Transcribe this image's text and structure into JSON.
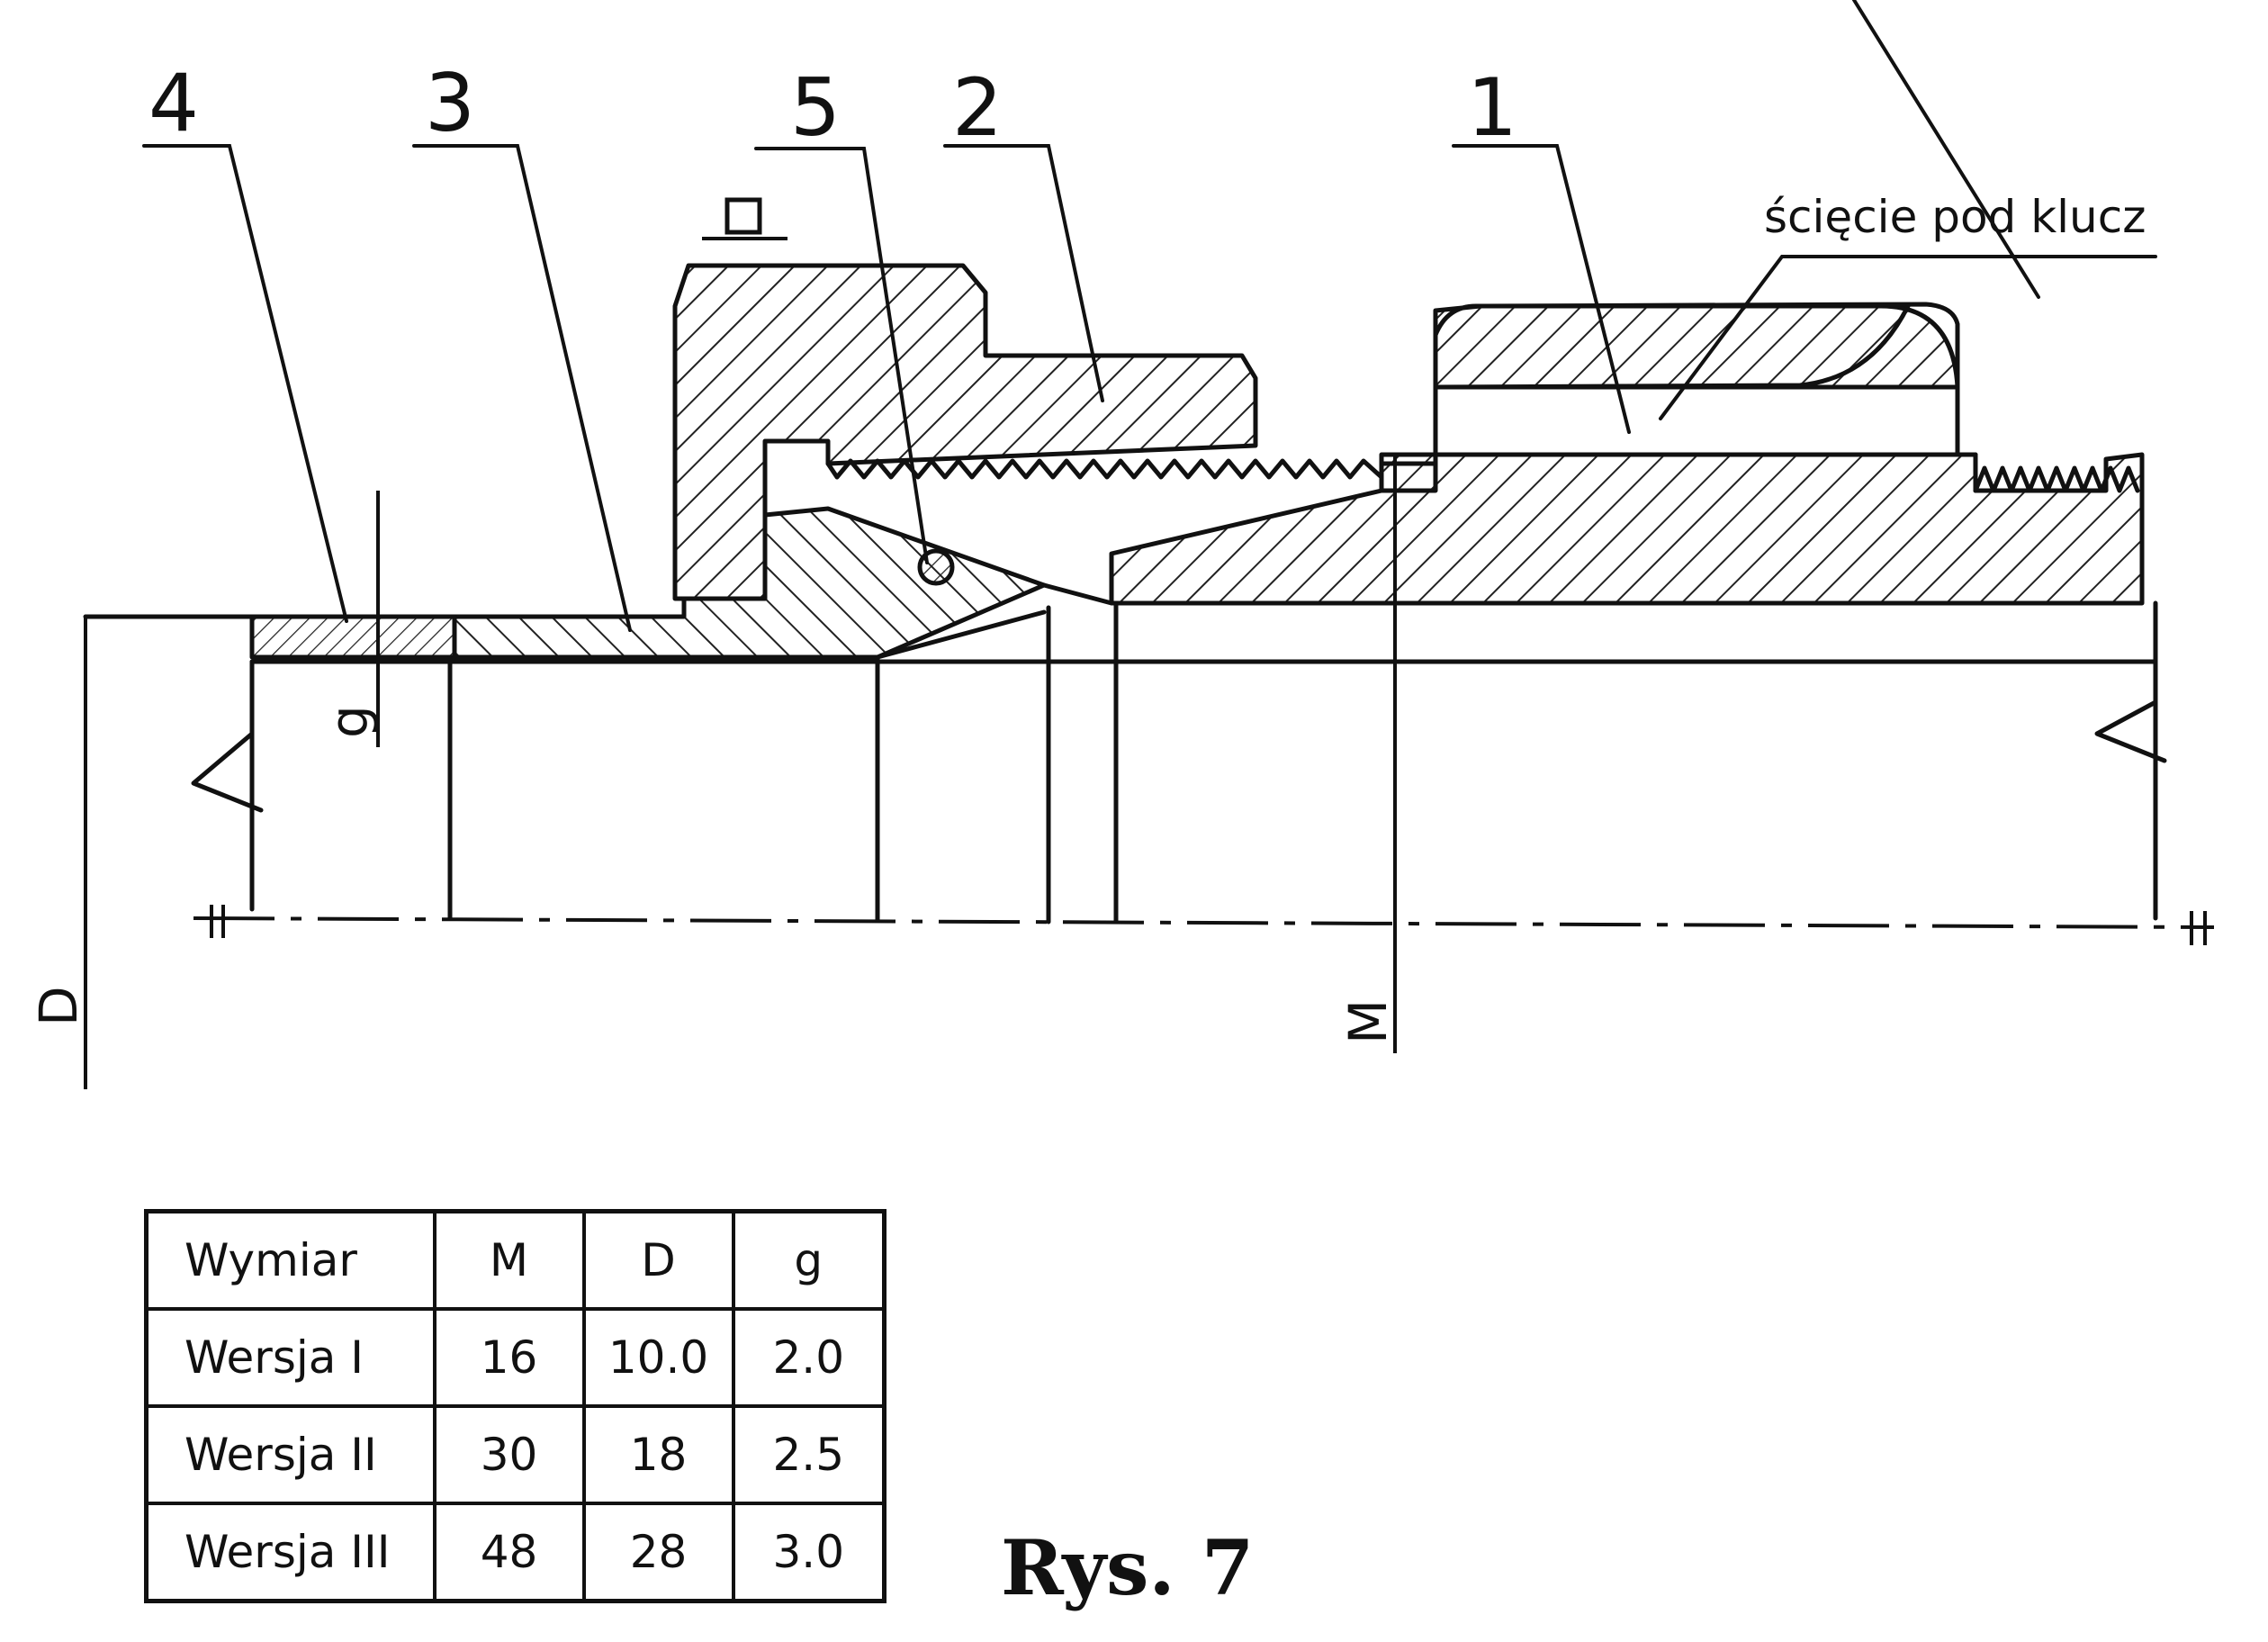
{
  "callouts": {
    "part_4": "4",
    "part_3": "3",
    "part_5": "5",
    "part_2": "2",
    "part_1": "1"
  },
  "annotations": {
    "wrench_flat": "ścięcie pod klucz"
  },
  "dimensions": {
    "D": "D",
    "g": "g",
    "M": "M"
  },
  "table": {
    "headers": [
      "Wymiar",
      "M",
      "D",
      "g"
    ],
    "rows": [
      [
        "Wersja I",
        "16",
        "10.0",
        "2.0"
      ],
      [
        "Wersja II",
        "30",
        "18",
        "2.5"
      ],
      [
        "Wersja III",
        "48",
        "28",
        "3.0"
      ]
    ]
  },
  "caption": "Rys. 7",
  "colors": {
    "ink": "#111111",
    "hatch": "#222222",
    "paper": "#ffffff"
  }
}
